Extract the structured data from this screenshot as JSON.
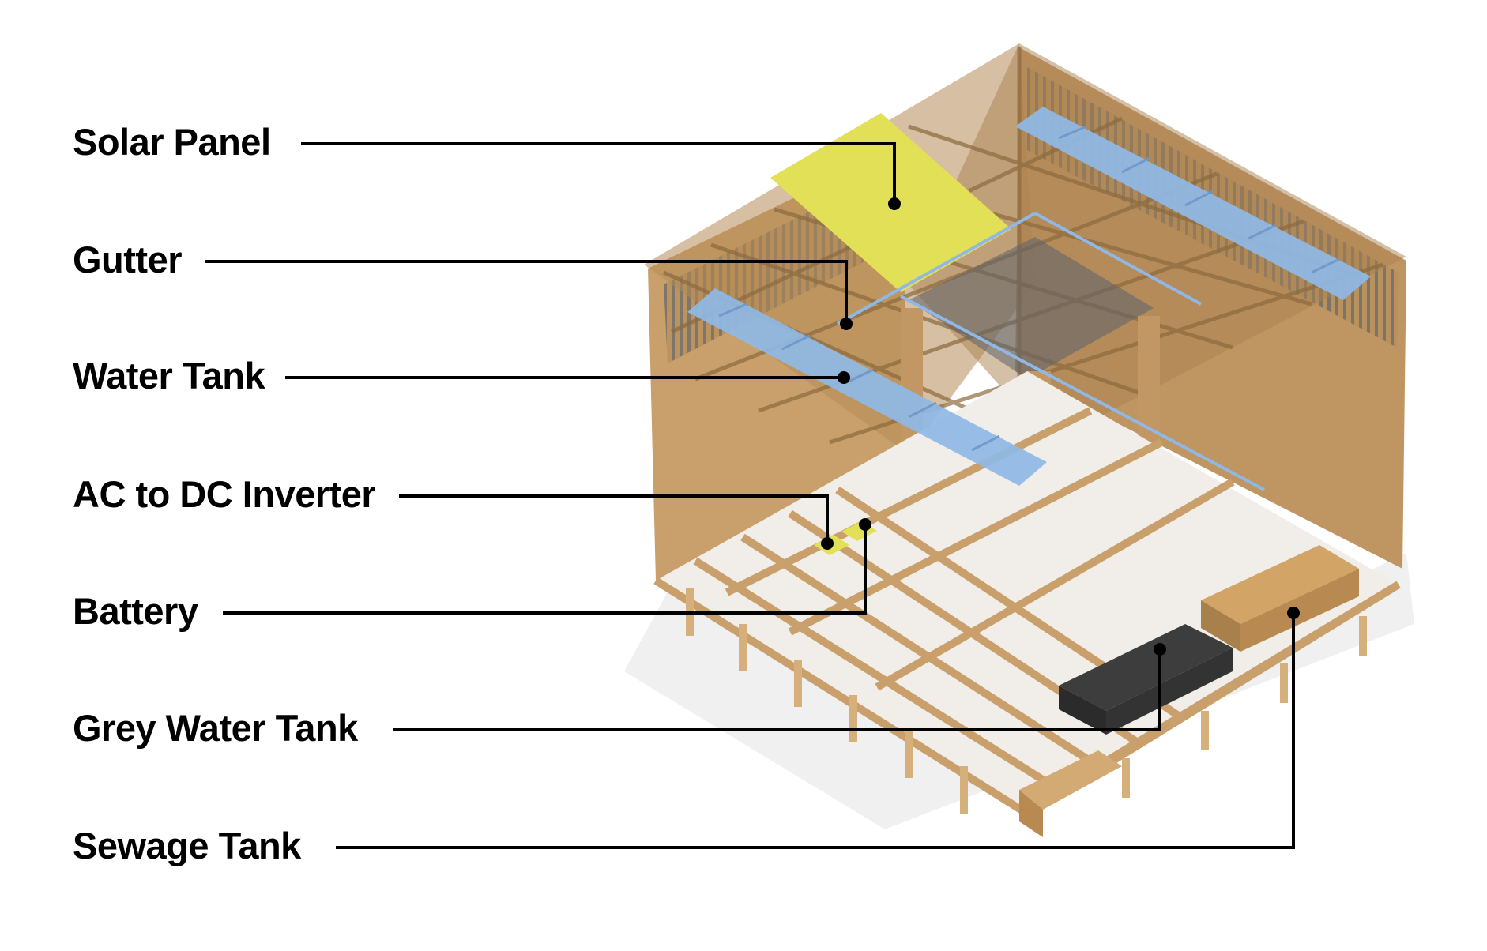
{
  "labels": [
    {
      "id": "solar-panel",
      "text": "Solar Panel"
    },
    {
      "id": "gutter",
      "text": "Gutter"
    },
    {
      "id": "water-tank",
      "text": "Water Tank"
    },
    {
      "id": "inverter",
      "text": "AC to DC Inverter"
    },
    {
      "id": "battery",
      "text": "Battery"
    },
    {
      "id": "grey-water-tank",
      "text": "Grey Water Tank"
    },
    {
      "id": "sewage-tank",
      "text": "Sewage Tank"
    }
  ],
  "colors": {
    "wood": "#c9a06b",
    "wood_dark": "#9c7443",
    "wood_light": "#e2c49a",
    "solar_panel": "#e2e056",
    "water_tank": "#8fb8e6",
    "grey_tank": "#3d3d3d",
    "sewage_tank": "#c99a5c",
    "glass": "#5a6470",
    "leader": "#000000"
  }
}
